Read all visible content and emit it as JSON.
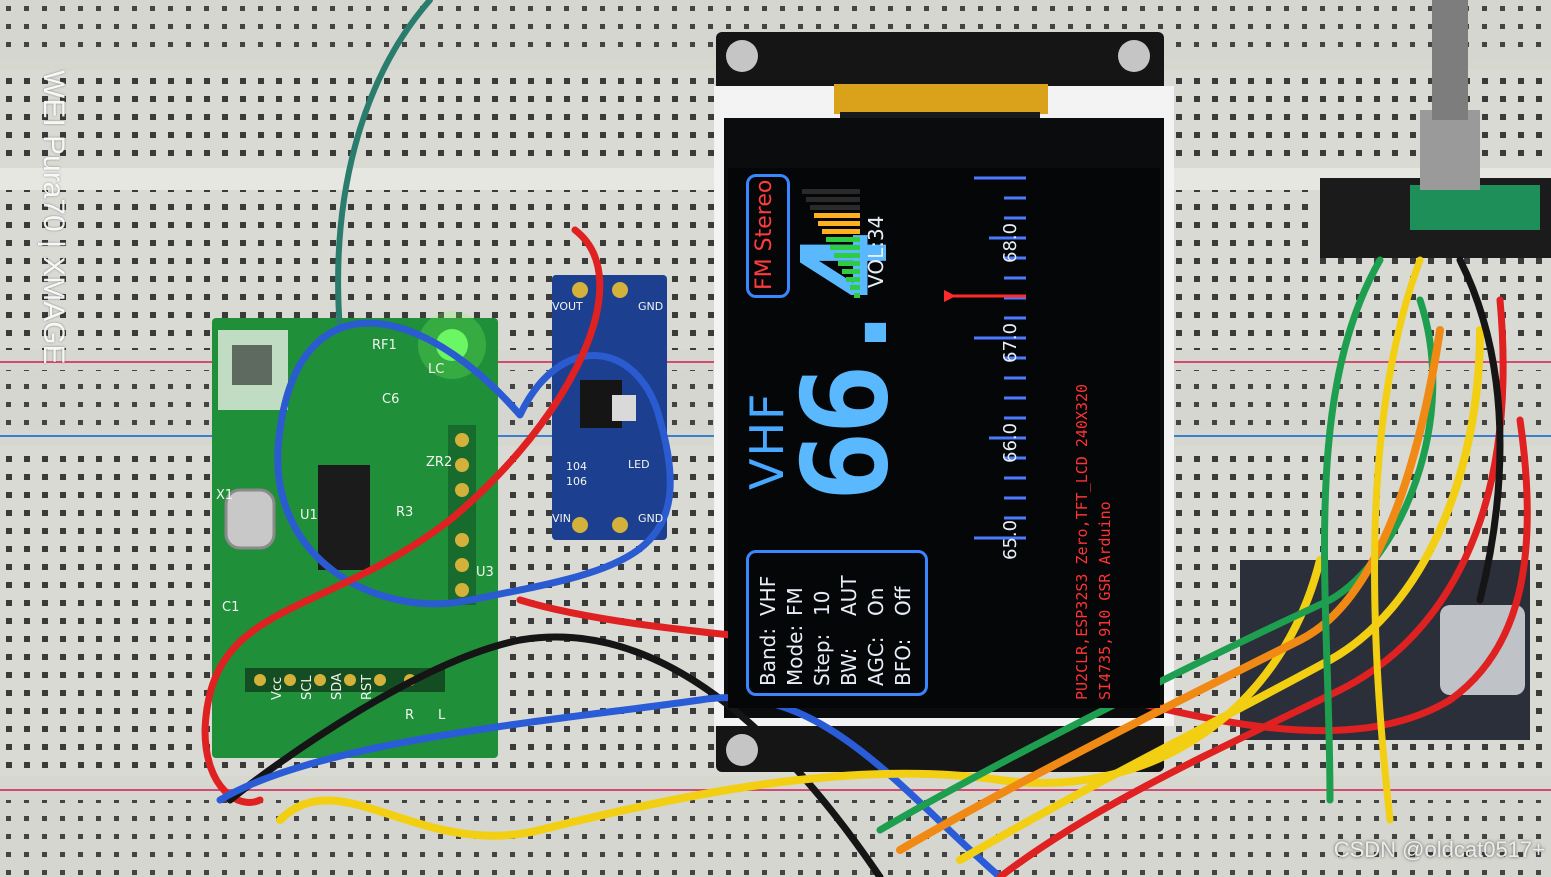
{
  "photo": {
    "watermark_camera": "WEI Pura70 | XMAGE",
    "watermark_site": "CSDN @oldcat0517+"
  },
  "tft_display": {
    "band_big": "VHF",
    "frequency": "66.4",
    "stereo": "FM Stereo",
    "volume": "VOL:34",
    "scale_ticks": [
      "65.0",
      "66.0",
      "67.0",
      "68.0"
    ],
    "info": [
      {
        "label": "Band:",
        "value": "VHF"
      },
      {
        "label": "Mode:",
        "value": "FM"
      },
      {
        "label": "Step:",
        "value": "10"
      },
      {
        "label": "BW:",
        "value": "AUT"
      },
      {
        "label": "AGC:",
        "value": "On"
      },
      {
        "label": "BFO:",
        "value": "Off"
      }
    ],
    "credit_line1": "PU2CLR,ESP32S3 Zero,TFT_LCD 240X320",
    "credit_line2": "SI4735,910 GSR Arduino",
    "signal_meter_level": 0.75
  },
  "fm_module_pcb": {
    "pins": [
      "Vcc",
      "SCL",
      "SDA",
      "RST",
      "R",
      "L"
    ],
    "labels": [
      "RF1",
      "C6",
      "C1",
      "X1",
      "U1",
      "R3",
      "ZR2",
      "U3",
      "LC"
    ]
  },
  "amp_module_pcb": {
    "labels": [
      "VOUT",
      "GND",
      "VIN",
      "GND",
      "104",
      "106",
      "LED"
    ]
  },
  "colors": {
    "breadboard": "#d7d8d1",
    "pcb_green": "#1f8f3a",
    "pcb_blue": "#1c3f8f",
    "lcd_blue": "#48a7ff",
    "lcd_red": "#ff3b3b"
  }
}
